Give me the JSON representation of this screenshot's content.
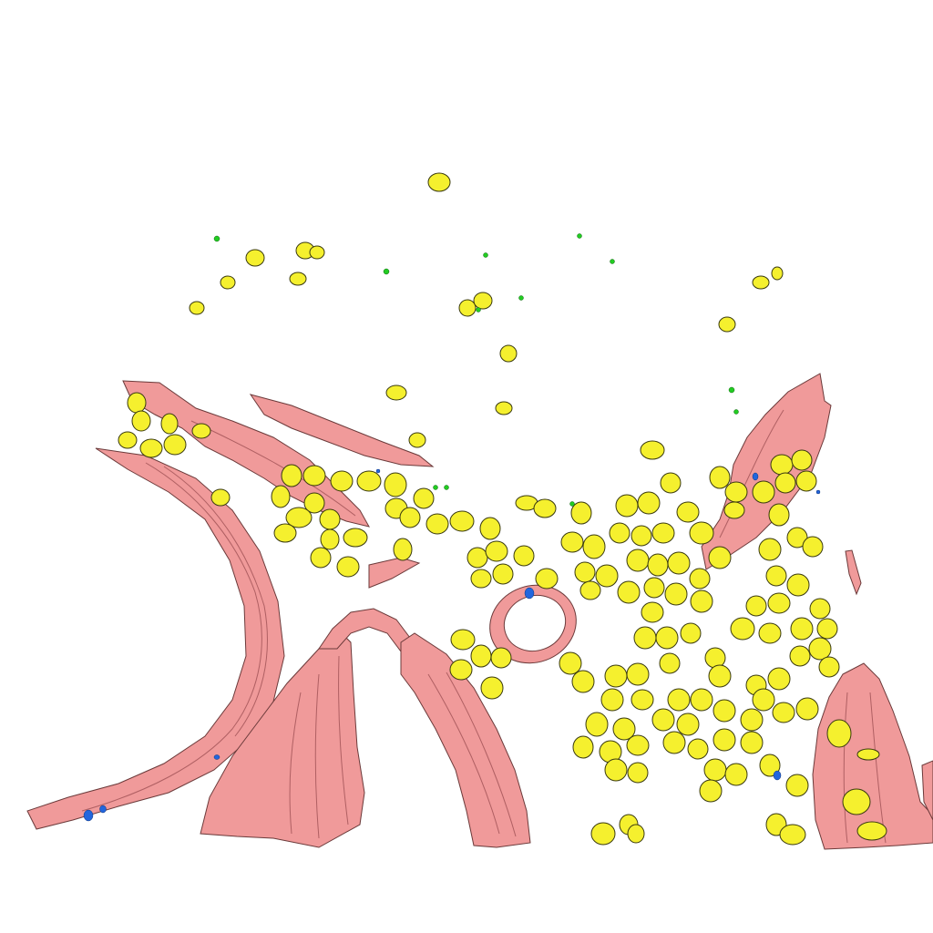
{
  "scene": {
    "background": "#ffffff",
    "colors": {
      "yellow_object": "#f5f02e",
      "yellow_outline": "#3a3a10",
      "pink_tissue": "#f09a9a",
      "pink_dark": "#a85a5c",
      "green_object": "#22cc22",
      "blue_object": "#2266dd"
    },
    "object_types": [
      "yellow-cell",
      "pink-fiber",
      "green-dot",
      "blue-dot"
    ]
  }
}
